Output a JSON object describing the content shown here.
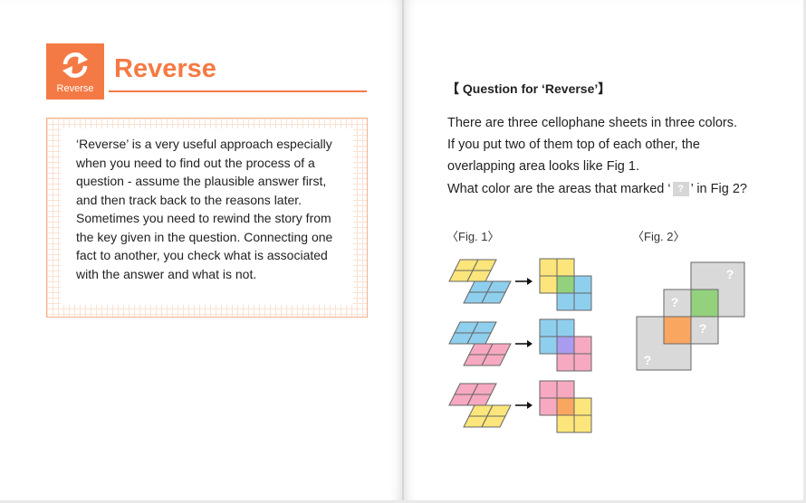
{
  "left_page": {
    "badge_label": "Reverse",
    "title": "Reverse",
    "body": "‘Reverse’ is a very useful approach especially when you need to find out the process of a question - assume the plausible answer first, and then track back to the reasons later. Sometimes you need to rewind the story from the key given in the question. Connecting one fact to another, you check what is associated with the answer and what is not."
  },
  "right_page": {
    "question_title": "【 Question for ‘Reverse’】",
    "lines": [
      "There are three cellophane sheets in three colors.",
      "If you put two of them top of each other, the",
      "overlapping area looks like Fig 1."
    ],
    "line4_before": "What color are the areas that marked ‘",
    "line4_chip": "?",
    "line4_after": "’ in Fig 2?",
    "fig1_label": "〈Fig. 1〉",
    "fig2_label": "〈Fig. 2〉",
    "question_mark": "?"
  },
  "colors": {
    "accent": "#f47a45",
    "yellow": "#fce57a",
    "blue": "#8fcfee",
    "pink": "#f6a9c0",
    "green": "#93d17c",
    "purple": "#a99cf0",
    "orange": "#f9a661",
    "gray": "#d9d9d9"
  }
}
